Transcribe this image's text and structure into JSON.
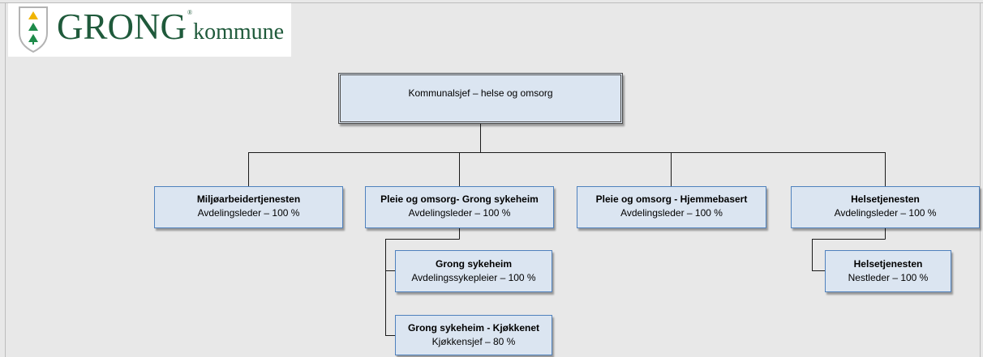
{
  "logo": {
    "name": "GRONG",
    "mark": "®",
    "subtitle": "kommune"
  },
  "root": {
    "title": "Kommunalsjef – helse og omsorg"
  },
  "departments": [
    {
      "title": "Miljøarbeidertjenesten",
      "subtitle": "Avdelingsleder – 100 %"
    },
    {
      "title": "Pleie og omsorg- Grong sykeheim",
      "subtitle": "Avdelingsleder – 100 %"
    },
    {
      "title": "Pleie og omsorg - Hjemmebasert",
      "subtitle": "Avdelingsleder – 100 %"
    },
    {
      "title": "Helsetjenesten",
      "subtitle": "Avdelingsleder – 100 %"
    }
  ],
  "sub_units": {
    "sykeheim": [
      {
        "title": "Grong sykeheim",
        "subtitle": "Avdelingssykepleier – 100 %"
      },
      {
        "title": "Grong sykeheim - Kjøkkenet",
        "subtitle": "Kjøkkensjef – 80 %"
      }
    ],
    "helse": [
      {
        "title": "Helsetjenesten",
        "subtitle": "Nestleder – 100 %"
      }
    ]
  },
  "colors": {
    "background": "#e8e8e8",
    "box_fill": "#dbe5f1",
    "box_border": "#4f81bd",
    "logo_green": "#1f5a3b"
  }
}
